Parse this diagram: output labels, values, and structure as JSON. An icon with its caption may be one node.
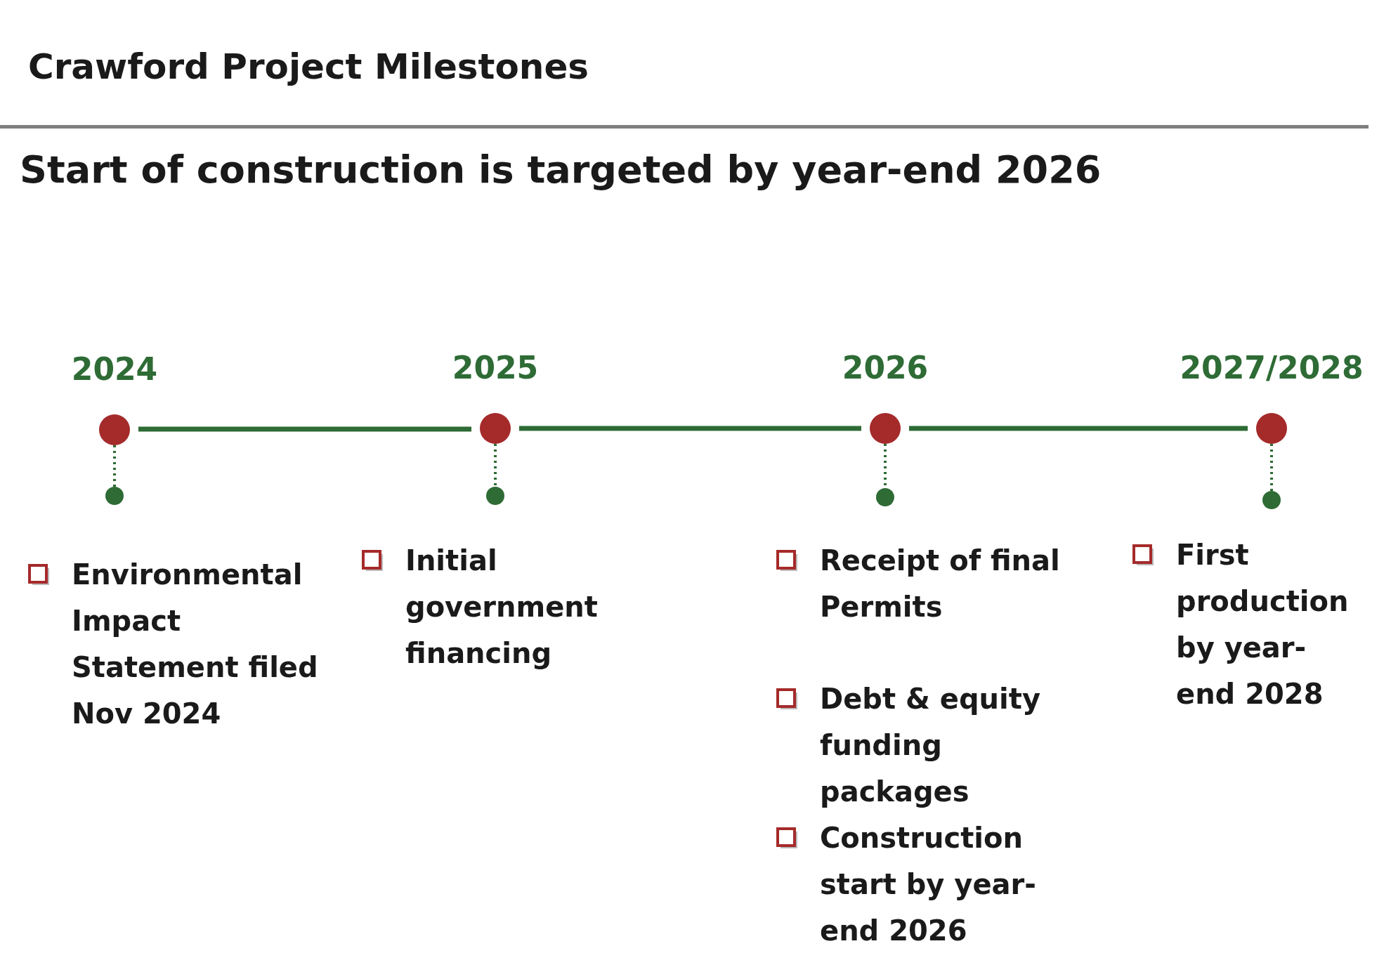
{
  "diagram": {
    "title": "Crawford Project Milestones",
    "nodes": [
      {
        "text": [
          "2024"
        ]
      },
      {
        "text": [
          "2025"
        ]
      },
      {
        "text": [
          "2026"
        ]
      },
      {
        "text": [
          "2027/2028"
        ]
      },
      {
        "text": [],
        "shape": "circle"
      },
      {
        "text": [],
        "shape": "circle"
      },
      {
        "text": [],
        "shape": "circle"
      },
      {
        "text": [],
        "shape": "circle"
      }
    ],
    "edges": [
      {
        "from": 0,
        "to": 1,
        "arrow": "none"
      },
      {
        "from": 1,
        "to": 2,
        "arrow": "none"
      },
      {
        "from": 2,
        "to": 3,
        "arrow": "none"
      },
      {
        "from": 0,
        "to": 4,
        "arrow": "none",
        "style": "dashed"
      },
      {
        "from": 1,
        "to": 5,
        "arrow": "none",
        "style": "dashed"
      },
      {
        "from": 2,
        "to": 6,
        "arrow": "none",
        "style": "dashed"
      },
      {
        "from": 3,
        "to": 7,
        "arrow": "none",
        "style": "dashed"
      }
    ],
    "labels": [
      "Start of construction is targeted by year-end 2026",
      "Environmental Impact Statement filed Nov 2024",
      "Initial government financing",
      "Receipt of final Permits",
      "Debt & equity funding packages",
      "Construction start by year-end 2026",
      "First production by year-end 2028"
    ]
  }
}
